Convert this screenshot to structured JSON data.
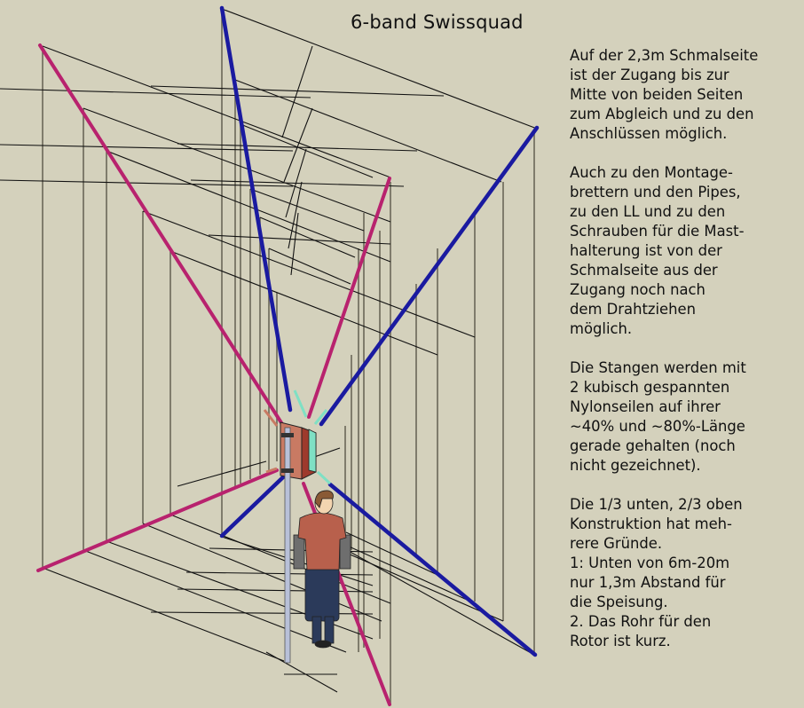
{
  "title": "6-band Swissquad",
  "notes": {
    "paragraphs": [
      {
        "lines": [
          "Auf der 2,3m Schmalseite",
          "ist der Zugang bis zur",
          "Mitte von beiden Seiten",
          "zum Abgleich und zu den",
          "Anschlüssen möglich."
        ]
      },
      {
        "lines": [
          "Auch zu den Montage-",
          "brettern und den Pipes,",
          "zu den LL und zu den",
          "Schrauben für die Mast-",
          "halterung ist von der",
          "Schmalseite aus der",
          "Zugang noch nach",
          "dem Drahtziehen",
          "möglich."
        ]
      },
      {
        "lines": [
          "Die Stangen werden mit",
          "2 kubisch gespannten",
          "Nylonseilen auf ihrer",
          "~40% und ~80%-Länge",
          "gerade gehalten (noch",
          "nicht gezeichnet)."
        ]
      },
      {
        "lines": [
          "Die 1/3 unten, 2/3 oben",
          "Konstruktion hat meh-",
          "rere Gründe.",
          "1: Unten von 6m-20m",
          "nur 1,3m Abstand für",
          "die Speisung.",
          "2. Das Rohr für den",
          "Rotor ist kurz."
        ]
      }
    ]
  },
  "diagram": {
    "background": "#d4d1bc",
    "colors": {
      "spreader_front": "#b8226e",
      "spreader_rear": "#1a1aa0",
      "wire": "#111111",
      "wire_vertical": "#6a6758",
      "hub": "#c97a63",
      "hub_accent": "#7fe0c4",
      "mast": "#b8c0d8",
      "person_shirt": "#b8604c",
      "person_sleeve": "#6e6e6e",
      "person_pants": "#2b3a5a",
      "person_hair": "#8a5a35",
      "person_skin": "#f3d5b0"
    },
    "elements": [
      "spreader-front-left-upper",
      "spreader-front-right-upper",
      "spreader-front-left-lower",
      "spreader-front-right-lower",
      "spreader-rear-left-upper",
      "spreader-rear-right-upper",
      "spreader-rear-left-lower",
      "spreader-rear-right-lower",
      "hub",
      "mast",
      "person"
    ]
  }
}
